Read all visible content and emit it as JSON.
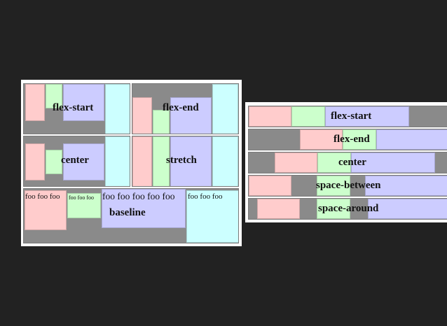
{
  "left_panel": {
    "align_items": {
      "flex_start": "flex-start",
      "flex_end": "flex-end",
      "center": "center",
      "stretch": "stretch",
      "baseline": "baseline"
    },
    "baseline_texts": {
      "pink": "foo foo foo",
      "green": "foo foo foo",
      "lavender": "foo foo foo foo foo",
      "cyan": "foo foo foo"
    }
  },
  "right_panel": {
    "justify_content": {
      "flex_start": "flex-start",
      "flex_end": "flex-end",
      "center": "center",
      "space_between": "space-between",
      "space_around": "space-around"
    }
  },
  "colors": {
    "background": "#222222",
    "panel": "#ffffff",
    "container": "#8a8a8a",
    "pink": "#ffcccc",
    "green": "#ccffcc",
    "lavender": "#ccccff",
    "cyan": "#ccffff"
  }
}
